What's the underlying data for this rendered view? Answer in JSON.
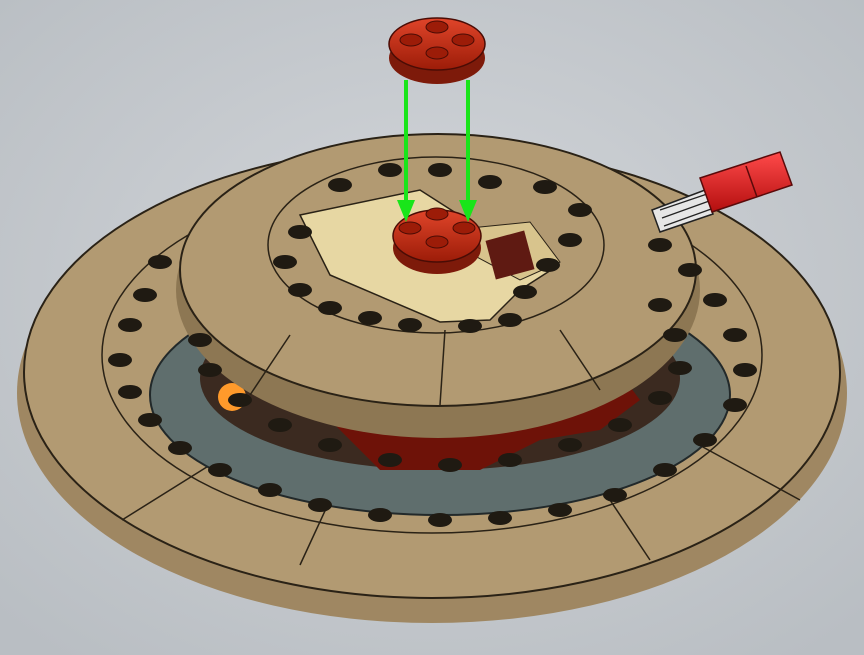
{
  "instruction_step": {
    "action": "attach-part",
    "part": {
      "name": "round-plate-2x2-icon",
      "color": "#c2290f",
      "quantity": 1
    },
    "arrows": {
      "color": "#19e51a",
      "count": 2
    }
  },
  "model": {
    "name": "saucer-assembly-icon",
    "colors": {
      "dome_tan": "#b29a72",
      "dome_shadow": "#8d7753",
      "inner_ring_gray": "#5f6e6d",
      "hatch_light_tan": "#e7d7a3",
      "interior_dark_red": "#6e1208",
      "nozzle_red": "#d91d1d",
      "light_orange": "#ff9a2b",
      "stud_dark": "#1f1a12"
    }
  },
  "background": {
    "color": "#c9cdd1"
  }
}
